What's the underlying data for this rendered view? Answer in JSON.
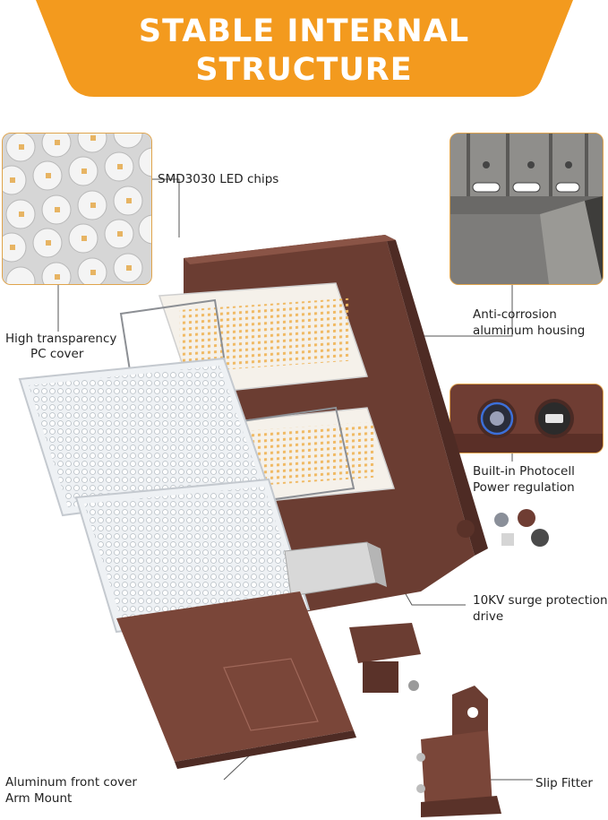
{
  "header": {
    "line1": "STABLE INTERNAL",
    "line2": "STRUCTURE"
  },
  "labels": {
    "led_chips": "SMD3030 LED chips",
    "pc_cover_1": "High transparency",
    "pc_cover_2": "PC cover",
    "housing_1": "Anti-corrosion",
    "housing_2": "aluminum housing",
    "photocell_1": "Built-in Photocell",
    "photocell_2": "Power regulation",
    "surge_1": "10KV surge protection",
    "surge_2": "drive",
    "front_cover_1": "Aluminum front cover",
    "front_cover_2": "Arm Mount",
    "slip_fitter": "Slip Fitter"
  },
  "colors": {
    "banner": "#f39a1e",
    "leader": "#e0a44c",
    "housing": "#6b3d32",
    "led": "#f2c47a"
  }
}
